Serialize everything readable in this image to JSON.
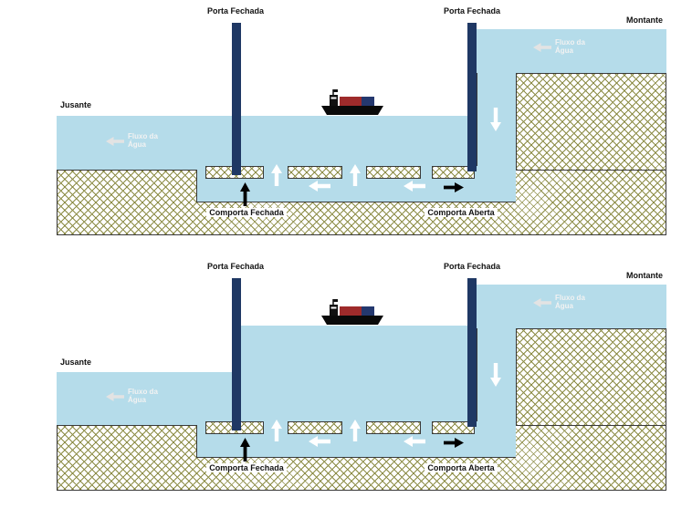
{
  "colors": {
    "water": "#b5dcea",
    "gate": "#1f3864",
    "hatch": "#8c8c46",
    "ship_red": "#9e2b2b",
    "ship_blue": "#24386e"
  },
  "panels": [
    {
      "labels": {
        "porta_left": "Porta Fechada",
        "porta_right": "Porta Fechada",
        "montante": "Montante",
        "jusante": "Jusante",
        "fluxo_montante": "Fluxo da Água",
        "fluxo_jusante": "Fluxo da Água",
        "comporta_fechada": "Comporta Fechada",
        "comporta_aberta": "Comporta Aberta"
      }
    },
    {
      "labels": {
        "porta_left": "Porta Fechada",
        "porta_right": "Porta Fechada",
        "montante": "Montante",
        "jusante": "Jusante",
        "fluxo_montante": "Fluxo da Água",
        "fluxo_jusante": "Fluxo da Água",
        "comporta_fechada": "Comporta Fechada",
        "comporta_aberta": "Comporta Aberta"
      }
    }
  ]
}
